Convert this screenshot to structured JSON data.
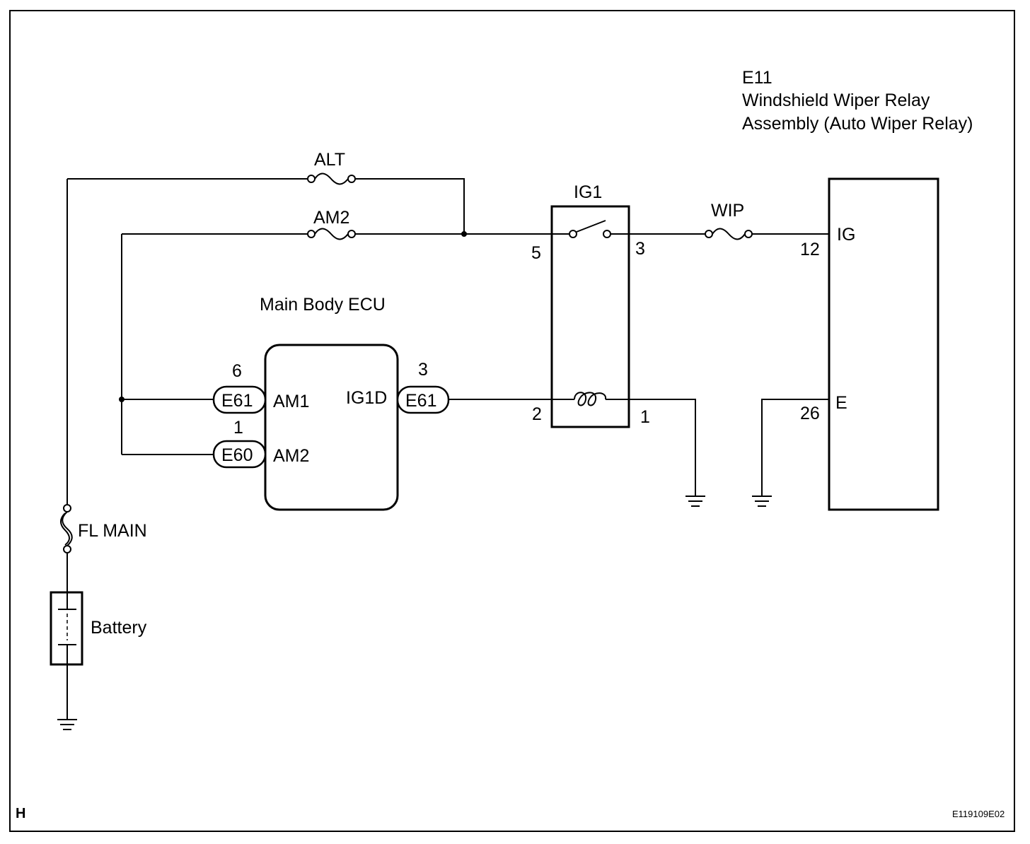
{
  "component": {
    "code": "E11",
    "name_line1": "Windshield Wiper Relay",
    "name_line2": "Assembly (Auto Wiper Relay)",
    "terminals": [
      {
        "pin": "12",
        "name": "IG"
      },
      {
        "pin": "26",
        "name": "E"
      }
    ]
  },
  "fuses": {
    "alt": "ALT",
    "am2": "AM2",
    "wip": "WIP",
    "fl_main": "FL MAIN"
  },
  "relay_ig1": {
    "name": "IG1",
    "pins": {
      "switch_in": "5",
      "switch_out": "3",
      "coil_in": "2",
      "coil_out": "1"
    }
  },
  "ecu": {
    "name": "Main Body ECU",
    "terminals": [
      {
        "connector": "E61",
        "pin": "6",
        "name": "AM1"
      },
      {
        "connector": "E60",
        "pin": "1",
        "name": "AM2"
      },
      {
        "connector": "E61",
        "pin": "3",
        "name": "IG1D"
      }
    ]
  },
  "battery": {
    "label": "Battery"
  },
  "footer": {
    "corner_letter": "H",
    "figure_id": "E119109E02"
  }
}
